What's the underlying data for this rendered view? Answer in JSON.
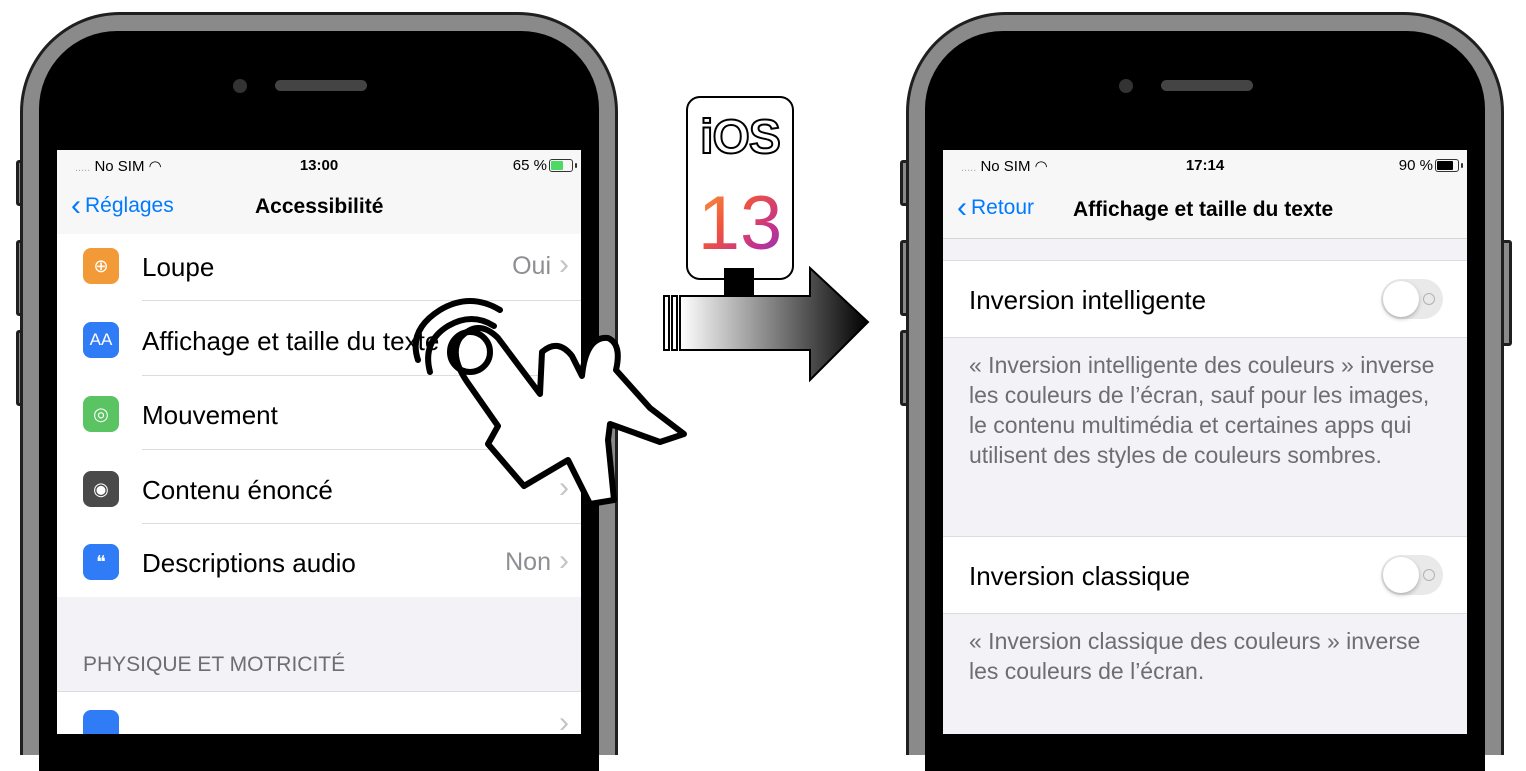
{
  "left_phone": {
    "status": {
      "carrier": "No SIM",
      "time": "13:00",
      "battery": "65 %",
      "battery_level": 0.65,
      "battery_color": "#4cd964"
    },
    "nav": {
      "back_label": "Réglages",
      "title": "Accessibilité"
    },
    "rows": [
      {
        "icon": "magnifier-icon",
        "icon_color": "#f19a37",
        "label": "Loupe",
        "value": "Oui"
      },
      {
        "icon": "text-size-icon",
        "icon_color": "#2f7cf6",
        "icon_text": "AA",
        "label": "Affichage et taille du texte",
        "value": ""
      },
      {
        "icon": "motion-icon",
        "icon_color": "#5ac462",
        "label": "Mouvement",
        "value": ""
      },
      {
        "icon": "speech-icon",
        "icon_color": "#4a4a4a",
        "label": "Contenu énoncé",
        "value": ""
      },
      {
        "icon": "audio-description-icon",
        "icon_color": "#2f7cf6",
        "label": "Descriptions audio",
        "value": "Non"
      }
    ],
    "section_header": "PHYSIQUE ET MOTRICITÉ"
  },
  "right_phone": {
    "status": {
      "carrier": "No SIM",
      "time": "17:14",
      "battery": "90 %",
      "battery_level": 0.9,
      "battery_color": "#000000"
    },
    "nav": {
      "back_label": "Retour",
      "title": "Affichage et taille du texte"
    },
    "settings": [
      {
        "label": "Inversion intelligente",
        "enabled": false,
        "footer": "« Inversion intelligente des couleurs » inverse les couleurs de l’écran, sauf pour les images, le contenu multimédia et certaines apps qui utilisent des styles de couleurs sombres."
      },
      {
        "label": "Inversion classique",
        "enabled": false,
        "footer": "« Inversion classique des couleurs » inverse les couleurs de l’écran."
      }
    ]
  },
  "badge": {
    "os": "iOS",
    "version": "13"
  },
  "colors": {
    "accent": "#007aff",
    "toggle_off": "#e9e9ea"
  }
}
